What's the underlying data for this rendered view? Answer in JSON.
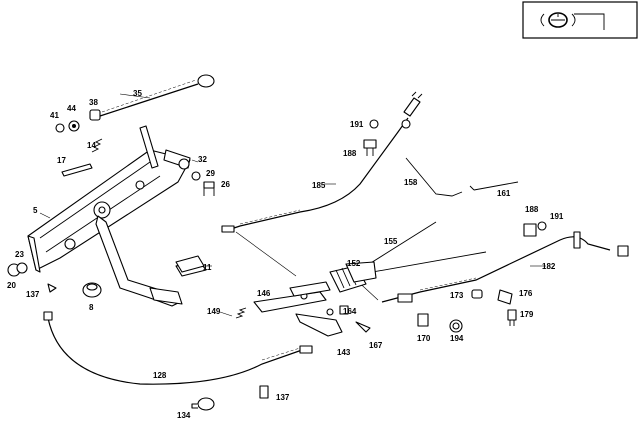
{
  "corner_icon": "handbrake-warning-icon",
  "part_labels": {
    "p5": "5",
    "p8": "8",
    "p11": "11",
    "p14": "14",
    "p17": "17",
    "p20": "20",
    "p23": "23",
    "p26": "26",
    "p29": "29",
    "p32": "32",
    "p35": "35",
    "p38": "38",
    "p41": "41",
    "p44": "44",
    "p128": "128",
    "p134": "134",
    "p137a": "137",
    "p137b": "137",
    "p143": "143",
    "p146": "146",
    "p149": "149",
    "p152": "152",
    "p155": "155",
    "p158": "158",
    "p161": "161",
    "p164": "164",
    "p167": "167",
    "p170": "170",
    "p173": "173",
    "p176": "176",
    "p179": "179",
    "p182": "182",
    "p185": "185",
    "p188a": "188",
    "p188b": "188",
    "p191a": "191",
    "p191b": "191",
    "p194": "194"
  }
}
